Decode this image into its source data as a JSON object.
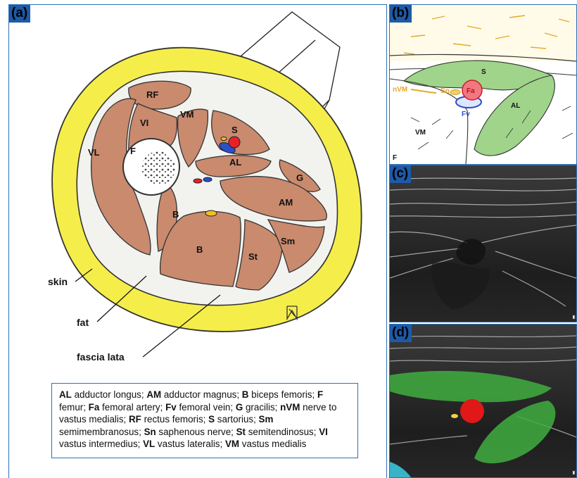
{
  "panels": {
    "a": "(a)",
    "b": "(b)",
    "c": "(c)",
    "d": "(d)"
  },
  "muscle_labels": {
    "RF": "RF",
    "VI": "VI",
    "VM": "VM",
    "VL": "VL",
    "F": "F",
    "S": "S",
    "AL": "AL",
    "G": "G",
    "AM": "AM",
    "B_short": "B",
    "B_long": "B",
    "St": "St",
    "Sm": "Sm"
  },
  "tissue_labels": {
    "skin": "skin",
    "fat": "fat",
    "fascia_lata": "fascia lata"
  },
  "panel_b_labels": {
    "S": "S",
    "nVM": "nVM",
    "Sn": "Sn",
    "Fa": "Fa",
    "Fv": "Fv",
    "AL": "AL",
    "VM": "VM",
    "F": "F"
  },
  "legend": [
    {
      "abbr": "AL",
      "name": "adductor longus"
    },
    {
      "abbr": "AM",
      "name": "adductor magnus"
    },
    {
      "abbr": "B",
      "name": "biceps femoris"
    },
    {
      "abbr": "F",
      "name": "femur"
    },
    {
      "abbr": "Fa",
      "name": "femoral artery"
    },
    {
      "abbr": "Fv",
      "name": "femoral vein"
    },
    {
      "abbr": "G",
      "name": "gracilis"
    },
    {
      "abbr": "nVM",
      "name": "nerve to vastus medialis"
    },
    {
      "abbr": "RF",
      "name": "rectus femoris"
    },
    {
      "abbr": "S",
      "name": "sartorius"
    },
    {
      "abbr": "Sm",
      "name": "semimembranosus"
    },
    {
      "abbr": "Sn",
      "name": "saphenous nerve"
    },
    {
      "abbr": "St",
      "name": "semitendinosus"
    },
    {
      "abbr": "VI",
      "name": "vastus intermedius"
    },
    {
      "abbr": "VL",
      "name": "vastus lateralis"
    },
    {
      "abbr": "VM",
      "name": "vastus medialis"
    }
  ],
  "colors": {
    "fat": "#f5ee4a",
    "muscle": "#c98a6e",
    "border": "#2f6fb3",
    "artery": "#e8202a",
    "vein": "#2a4fc8",
    "nerve": "#f0c020",
    "overlay_muscle": "#3fae3f"
  }
}
